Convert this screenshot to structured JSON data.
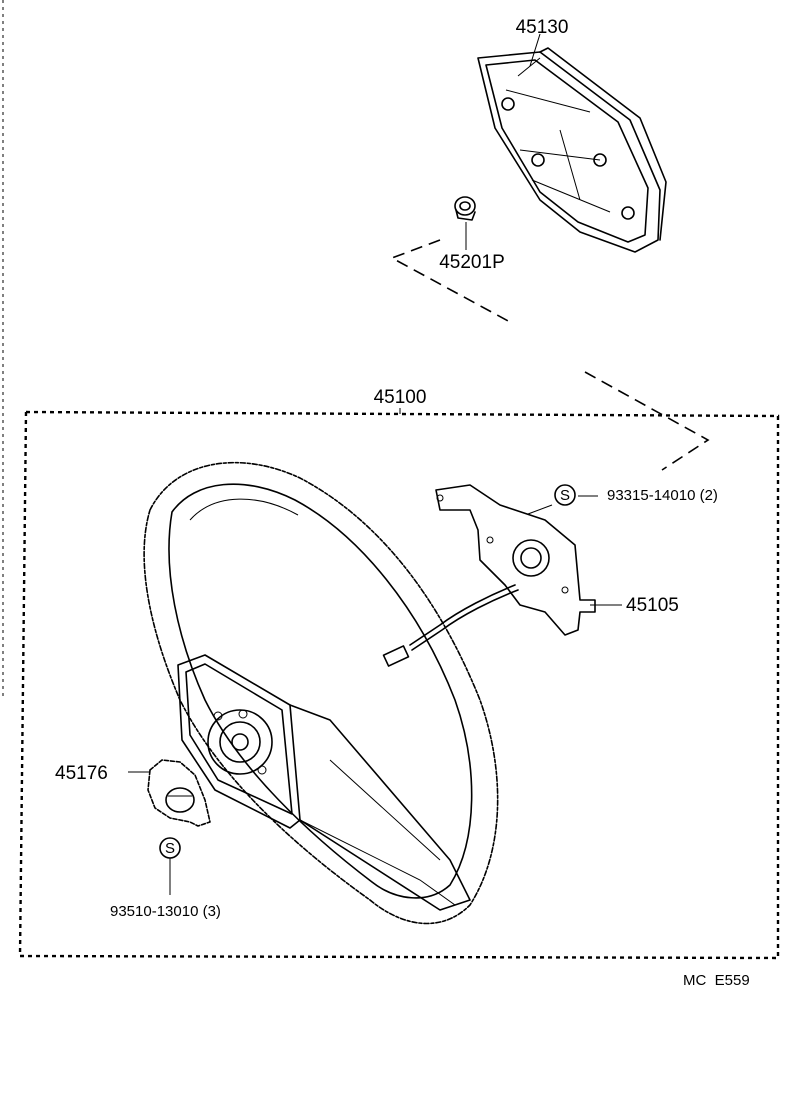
{
  "diagram": {
    "parts": {
      "pad": "45130",
      "nut": "45201P",
      "wheel_assy": "45100",
      "screw": "93315-14010 (2)",
      "bracket": "45105",
      "ring": "45176",
      "screw_b": "93510-13010 (3)"
    },
    "symbol_s": "S",
    "code": "MC  E559"
  }
}
